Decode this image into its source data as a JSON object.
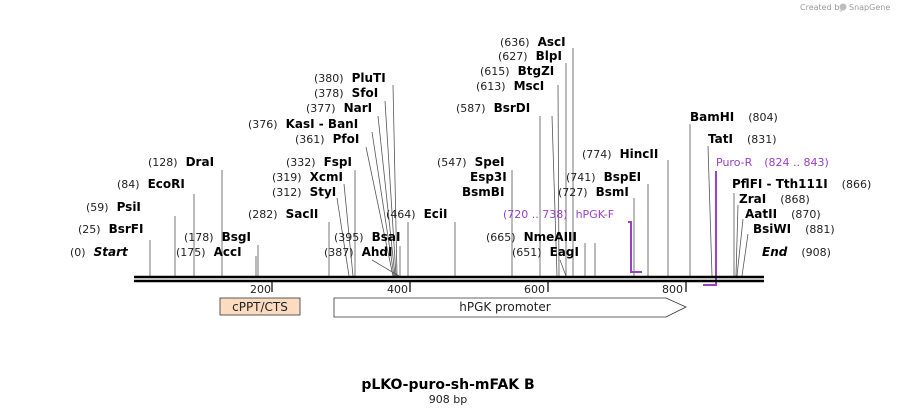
{
  "credit": {
    "created_by": "Created by",
    "brand": "SnapGene"
  },
  "map": {
    "title": "pLKO-puro-sh-mFAK B",
    "subtitle": "908 bp",
    "start_label": "Start",
    "start_pos": "(0)",
    "end_label": "End",
    "end_pos": "(908)"
  },
  "ruler": {
    "ticks": [
      "200",
      "400",
      "600",
      "800"
    ]
  },
  "features": {
    "cppt": "cPPT/CTS",
    "hpgk_promoter": "hPGK promoter"
  },
  "primers": {
    "hpgk_f": {
      "range": "(720 .. 738)",
      "name": "hPGK-F"
    },
    "puro_r": {
      "name": "Puro-R",
      "range": "(824 .. 843)"
    }
  },
  "sites": [
    {
      "pos": "(25)",
      "name": "BsrFI"
    },
    {
      "pos": "(59)",
      "name": "PsiI"
    },
    {
      "pos": "(84)",
      "name": "EcoRI"
    },
    {
      "pos": "(128)",
      "name": "DraI"
    },
    {
      "pos": "(175)",
      "name": "AccI"
    },
    {
      "pos": "(178)",
      "name": "BsgI"
    },
    {
      "pos": "(282)",
      "name": "SacII"
    },
    {
      "pos": "(312)",
      "name": "StyI"
    },
    {
      "pos": "(319)",
      "name": "XcmI"
    },
    {
      "pos": "(332)",
      "name": "FspI"
    },
    {
      "pos": "(361)",
      "name": "PfoI"
    },
    {
      "pos": "(376)",
      "name": "KasI  -  BanI"
    },
    {
      "pos": "(377)",
      "name": "NarI"
    },
    {
      "pos": "(378)",
      "name": "SfoI"
    },
    {
      "pos": "(380)",
      "name": "PluTI"
    },
    {
      "pos": "(387)",
      "name": "AhdI"
    },
    {
      "pos": "(395)",
      "name": "BsaI"
    },
    {
      "pos": "(464)",
      "name": "EciI"
    },
    {
      "pos": "(547)",
      "name": "SpeI"
    },
    {
      "pos": "",
      "name": "Esp3I"
    },
    {
      "pos": "",
      "name": "BsmBI"
    },
    {
      "pos": "(587)",
      "name": "BsrDI"
    },
    {
      "pos": "(613)",
      "name": "MscI"
    },
    {
      "pos": "(615)",
      "name": "BtgZI"
    },
    {
      "pos": "(627)",
      "name": "BlpI"
    },
    {
      "pos": "(636)",
      "name": "AscI"
    },
    {
      "pos": "(651)",
      "name": "EagI"
    },
    {
      "pos": "(665)",
      "name": "NmeAIII"
    },
    {
      "pos": "(727)",
      "name": "BsmI"
    },
    {
      "pos": "(741)",
      "name": "BspEI"
    },
    {
      "pos": "(774)",
      "name": "HincII"
    },
    {
      "pos": "(804)",
      "name": "BamHI"
    },
    {
      "pos": "(831)",
      "name": "TatI"
    },
    {
      "pos": "(866)",
      "name": "PflFI  -  Tth111I"
    },
    {
      "pos": "(868)",
      "name": "ZraI"
    },
    {
      "pos": "(870)",
      "name": "AatII"
    },
    {
      "pos": "(881)",
      "name": "BsiWI"
    }
  ]
}
